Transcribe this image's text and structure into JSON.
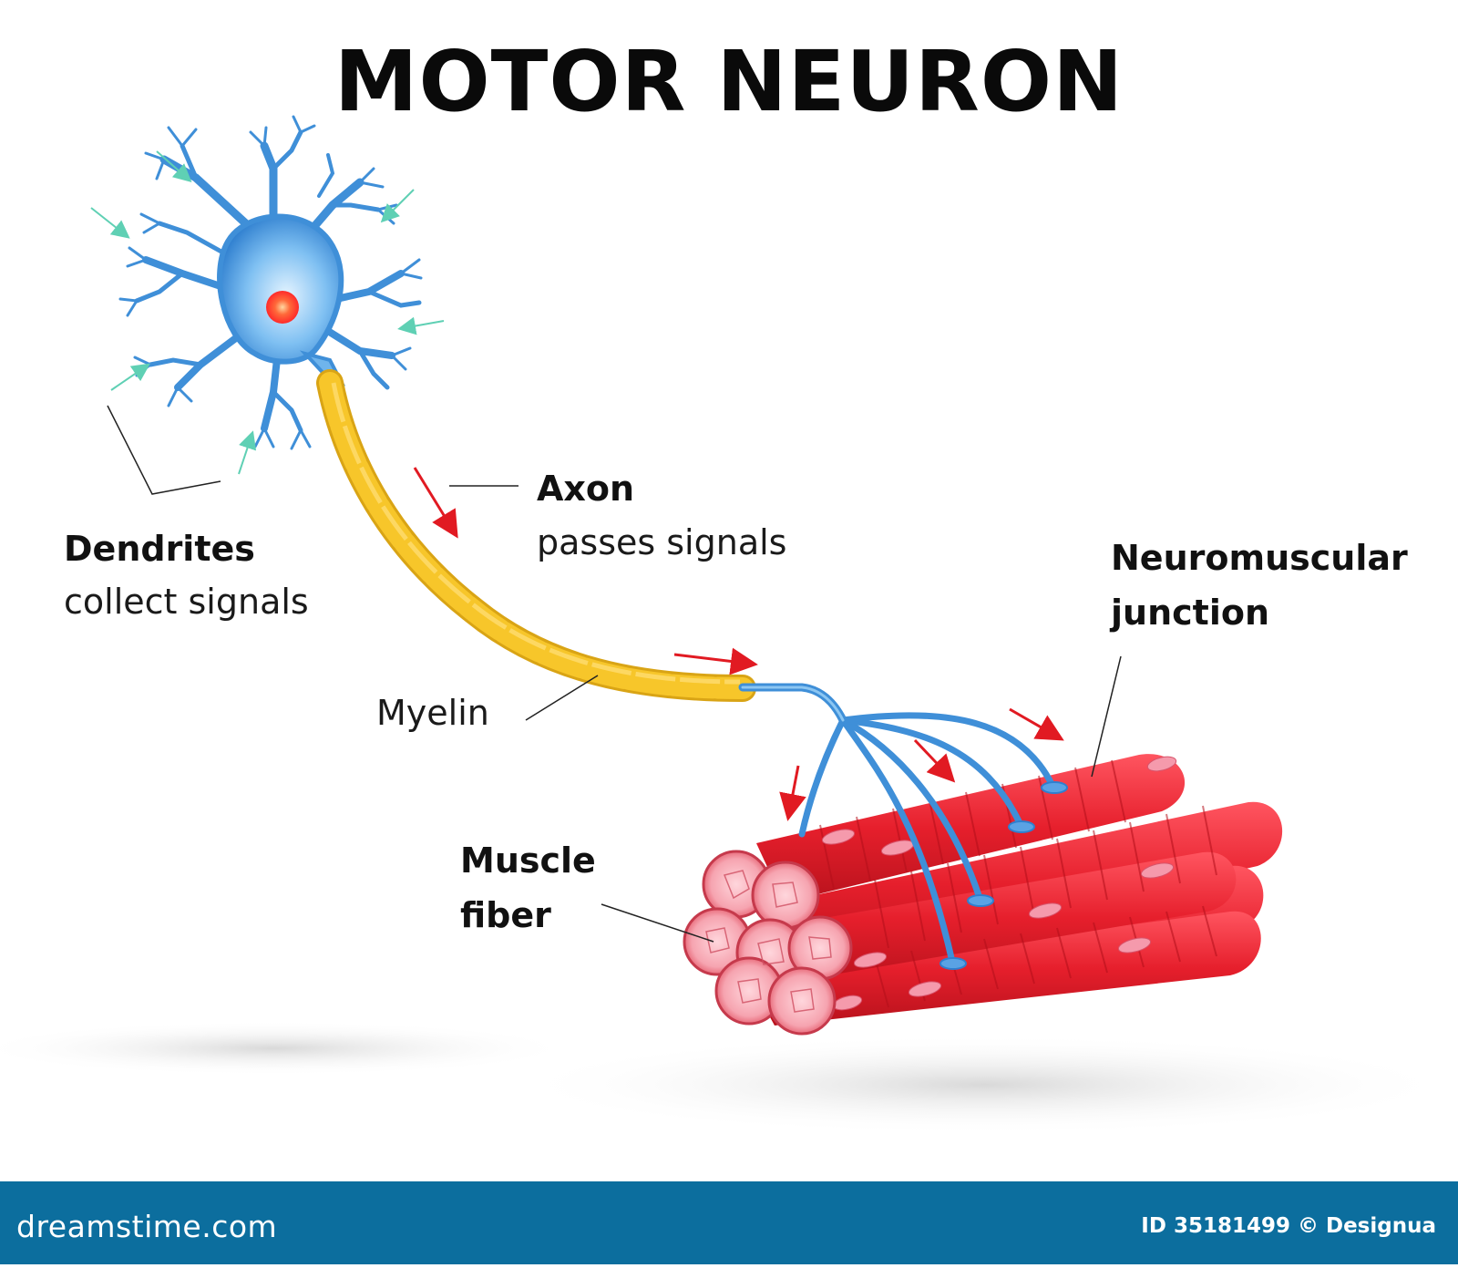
{
  "title": "MOTOR NEURON",
  "labels": {
    "dendrites_title": "Dendrites",
    "dendrites_desc": "collect signals",
    "axon_title": "Axon",
    "axon_desc": "passes signals",
    "myelin": "Myelin",
    "nmj_line1": "Neuromuscular",
    "nmj_line2": "junction",
    "muscle_line1": "Muscle",
    "muscle_line2": "fiber"
  },
  "footer": {
    "brand": "dreamstime.com",
    "image_id": "ID 35181499 © Designua"
  },
  "colors": {
    "neuron": "#3f8fd8",
    "myelin": "#f7c62a",
    "muscle": "#e8202e",
    "signal_arrow": "#e11a22",
    "input_arrow": "#5fd0b4",
    "footer_bg": "#0c6e9e"
  }
}
